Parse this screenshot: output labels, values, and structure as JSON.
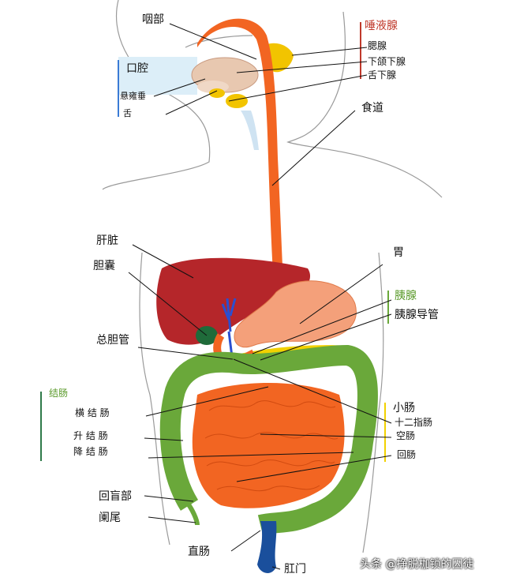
{
  "labels": {
    "yanbu": "咽部",
    "tuoyexian": "唾液腺",
    "saixian": "腮腺",
    "xiahexiaxian": "下颌下腺",
    "shexiaxian": "舌下腺",
    "kouqiang": "口腔",
    "xuanyongchui": "悬雍垂",
    "she": "舌",
    "shidao": "食道",
    "ganzang": "肝脏",
    "dannang": "胆囊",
    "wei": "胃",
    "yixian": "胰腺",
    "yixiandaoguan": "胰腺导管",
    "zongdanguan": "总胆管",
    "jiechang": "结肠",
    "hengjiechang": "横 结 肠",
    "shengjiechang": "升 结 肠",
    "jiangjiechang": "降 结 肠",
    "xiaochang": "小肠",
    "shierzhichang": "十二指肠",
    "kongchang": "空肠",
    "huichang": "回肠",
    "huimangbu": "回盲部",
    "lanwei": "阑尾",
    "zhichang": "直肠",
    "gangmen": "肛门"
  },
  "watermark": "头条 @挣脱枷锁的囚徒",
  "colors": {
    "esophagus": "#f26522",
    "liver": "#b5262a",
    "stomach": "#f4a07a",
    "gallbladder": "#1f6b3a",
    "pancreas": "#f2d100",
    "colon": "#6aa83a",
    "small_intestine": "#f26522",
    "rectum": "#1a4f9c",
    "salivary": "#f2c400",
    "oral_cavity": "#dceef8",
    "group_red": "#c0392b",
    "group_green": "#5a9a2a",
    "group_yellow": "#f2d100",
    "group_blue": "#3a7bd5"
  }
}
